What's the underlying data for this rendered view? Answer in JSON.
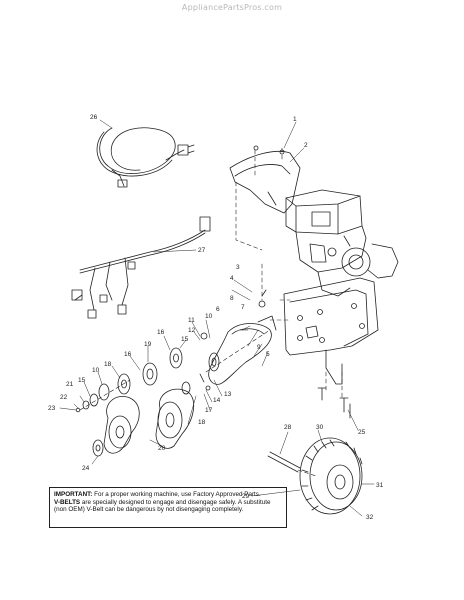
{
  "watermark": "AppliancePartsPros.com",
  "callouts": [
    "1",
    "2",
    "3",
    "4",
    "5",
    "6",
    "7",
    "8",
    "9",
    "10",
    "11",
    "12",
    "13",
    "14",
    "15",
    "16",
    "17",
    "18",
    "19",
    "20",
    "21",
    "22",
    "23",
    "24",
    "25",
    "26",
    "27",
    "28",
    "29",
    "30",
    "31",
    "32"
  ],
  "notice": {
    "important_label": "IMPORTANT:",
    "important_text": " For a proper working machine, use Factory Approved Parts.",
    "vbelts_label": "V-BELTS",
    "vbelts_text": " are specially designed to engage and disengage safely. A substitute (non OEM) V-Belt can be dangerous by not disengaging completely."
  }
}
